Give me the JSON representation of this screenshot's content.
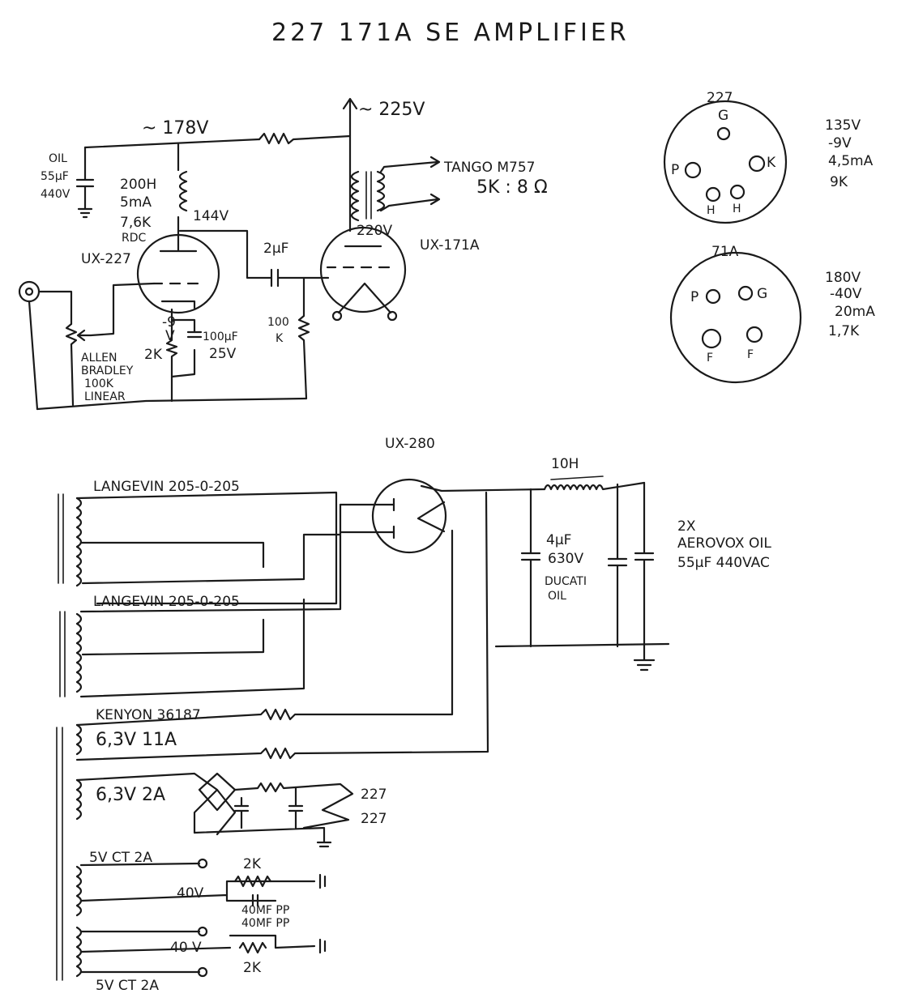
{
  "title": "227   171A   SE AMPLIFIER",
  "amp": {
    "b_plus_227": "~ 178V",
    "b_plus_171": "~ 225V",
    "oil_cap": [
      "OIL",
      "55µF",
      "440V"
    ],
    "choke": [
      "200H",
      "5mA",
      "7,6K",
      "RDC"
    ],
    "plate_v_227": "144V",
    "tube_227": "UX-227",
    "coupling_cap": "2µF",
    "grid_res": [
      "100",
      "K"
    ],
    "bias_v": [
      "-9",
      "V"
    ],
    "cathode_res": "2K",
    "cathode_cap": [
      "100µF",
      "25V"
    ],
    "pot": [
      "ALLEN",
      "BRADLEY",
      "100K",
      "LINEAR"
    ],
    "output_tx": [
      "TANGO M757",
      "5K : 8 Ω"
    ],
    "plate_v_171": "220V",
    "tube_171": "UX-171A"
  },
  "pinout_227": {
    "name": "227",
    "pins": [
      "G",
      "P",
      "K",
      "H",
      "H"
    ],
    "specs": [
      "135V",
      "-9V",
      "4,5mA",
      "9K"
    ]
  },
  "pinout_71": {
    "name": "71A",
    "pins": [
      "P",
      "G",
      "F",
      "F"
    ],
    "specs": [
      "180V",
      "-40V",
      "20mA",
      "1,7K"
    ]
  },
  "psu": {
    "rectifier": "UX-280",
    "choke": "10H",
    "tx_1": "LANGEVIN 205-0-205",
    "tx_2": "LANGEVIN 205-0-205",
    "tx_3": "KENYON 36187",
    "cap_main": [
      "4µF",
      "630V",
      "DUCATI",
      "OIL"
    ],
    "cap_note": [
      "2X",
      "AEROVOX OIL",
      "55µF  440VAC"
    ],
    "winding_1": "6,3V  11A",
    "winding_2": "6,3V  2A",
    "heater_out": [
      "227",
      "227"
    ],
    "winding_3": "5V CT 2A",
    "v40_top": "40V",
    "r_top": "2K",
    "cap_pp_1": "40MF PP",
    "cap_pp_2": "40MF PP",
    "v40_bot": "40 V",
    "r_bot": "2K",
    "winding_4": "5V CT 2A"
  }
}
